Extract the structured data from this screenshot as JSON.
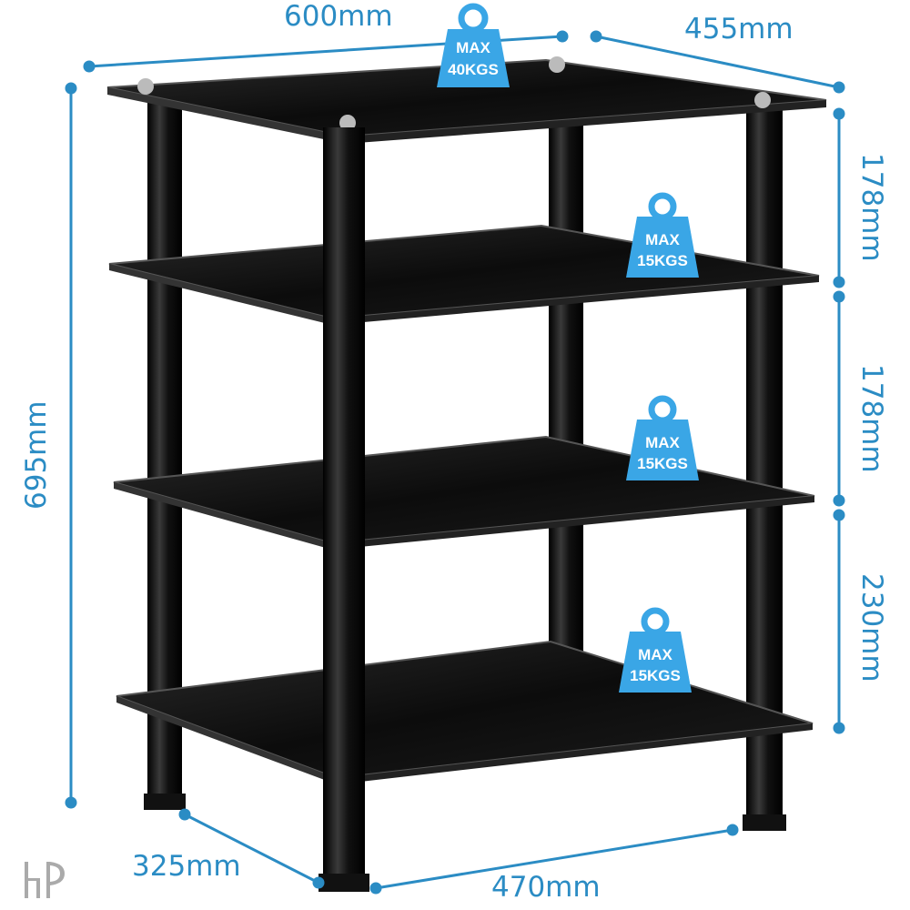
{
  "dimensions": {
    "width": "600mm",
    "depth": "455mm",
    "height": "695mm",
    "shelf_gap_1": "178mm",
    "shelf_gap_2": "178mm",
    "shelf_gap_3": "230mm",
    "base_depth": "325mm",
    "base_width": "470mm"
  },
  "weight_badges": [
    {
      "line1": "MAX",
      "line2": "40KGS"
    },
    {
      "line1": "MAX",
      "line2": "15KGS"
    },
    {
      "line1": "MAX",
      "line2": "15KGS"
    },
    {
      "line1": "MAX",
      "line2": "15KGS"
    }
  ],
  "watermark": "HP",
  "colors": {
    "dimension": "#2b8cc4",
    "badge": "#3aa6e6",
    "glass": "#111111"
  }
}
